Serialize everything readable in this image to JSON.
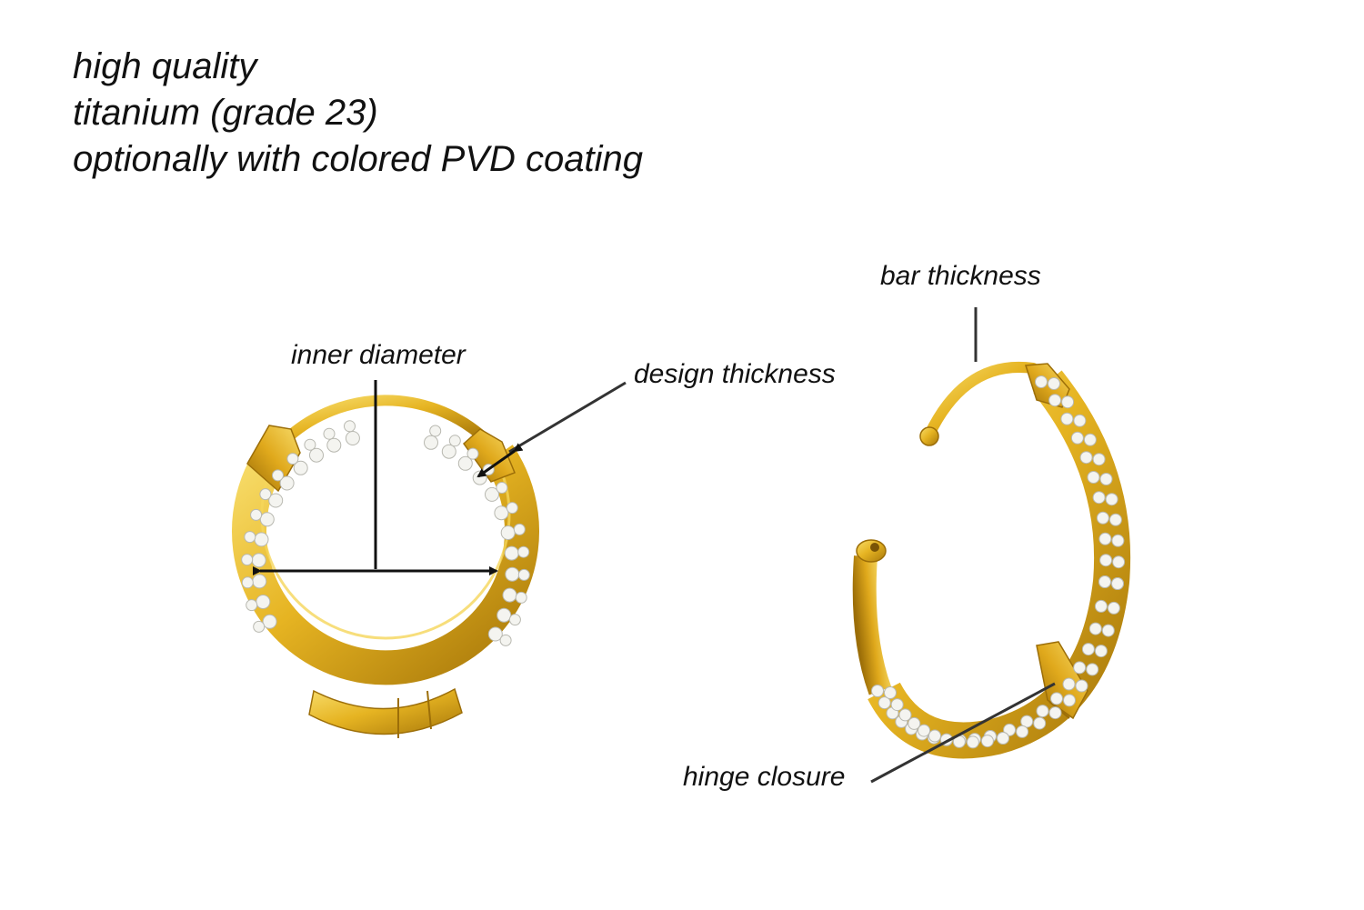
{
  "headline": {
    "line1": "high quality",
    "line2": "titanium (grade 23)",
    "line3": "optionally with colored PVD coating"
  },
  "callouts": {
    "inner_diameter": "inner diameter",
    "design_thickness": "design thickness",
    "bar_thickness": "bar thickness",
    "hinge_closure": "hinge closure"
  },
  "colors": {
    "gold": "#e6b422",
    "gold_light": "#f7dc6a",
    "gold_dark": "#a8780a",
    "gem": "#f4f4f0",
    "ink": "#111111"
  }
}
